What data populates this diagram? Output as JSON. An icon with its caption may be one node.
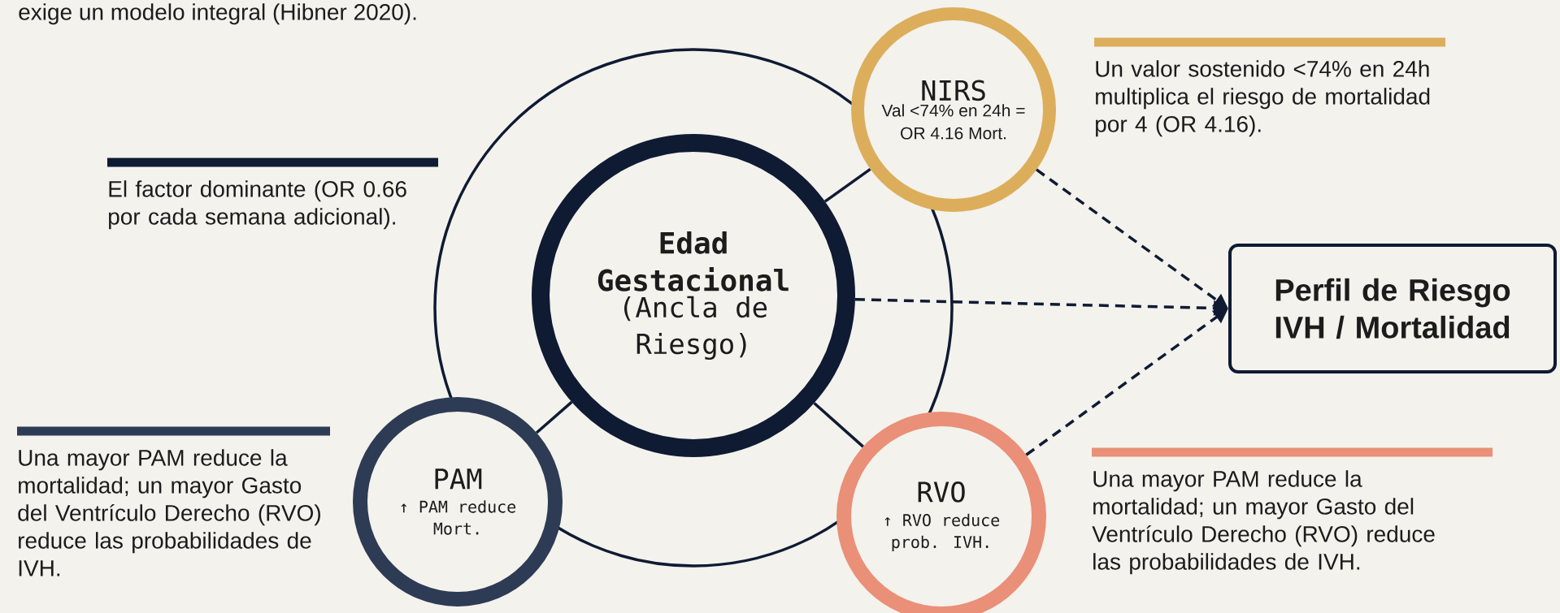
{
  "diagram": {
    "nodes": [
      {
        "text": [
          "Edad Gestacional",
          "(Ancla de Riesgo)"
        ]
      },
      {
        "text": [
          "NIRS",
          "Val <74% en 24h = OR 4.16 Mort."
        ],
        "beside": [
          "Un valor sostenido <74% en 24h multiplica el riesgo de mortalidad por 4 (OR 4.16)."
        ]
      },
      {
        "text": [
          "PAM",
          "↑ PAM reduce Mort."
        ],
        "beside": [
          "Una mayor PAM reduce la mortalidad; un mayor Gasto del Ventrículo Derecho (RVO) reduce las probabilidades de IVH."
        ]
      },
      {
        "text": [
          "RVO",
          "↑ RVO reduce prob. IVH."
        ],
        "beside": [
          "Una mayor PAM reduce la mortalidad; un mayor Gasto del Ventrículo Derecho (RVO) reduce las probabilidades de IVH."
        ]
      },
      {
        "text": [
          "Perfil de Riesgo IVH / Mortalidad"
        ]
      }
    ],
    "edges": [
      {
        "from": 0,
        "to": 1,
        "arrow": "none"
      },
      {
        "from": 0,
        "to": 2,
        "arrow": "none"
      },
      {
        "from": 0,
        "to": 3,
        "arrow": "none"
      },
      {
        "from": 1,
        "to": 4,
        "arrow": "to",
        "style": "dashed"
      },
      {
        "from": 0,
        "to": 4,
        "arrow": "to",
        "style": "dashed"
      },
      {
        "from": 3,
        "to": 4,
        "arrow": "to",
        "style": "dashed"
      }
    ],
    "labels": [
      "exige un modelo integral (Hibner 2020).",
      "El factor dominante (OR 0.66 por cada semana adicional)."
    ]
  }
}
